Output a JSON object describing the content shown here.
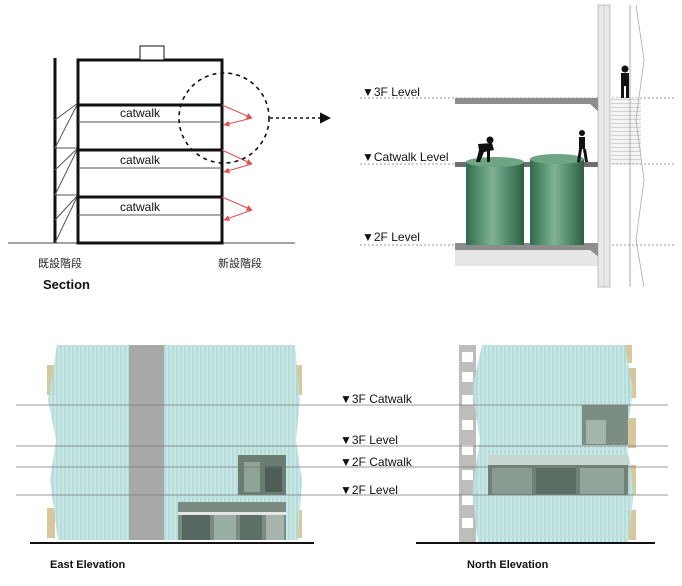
{
  "section": {
    "catwalk_labels": [
      "catwalk",
      "catwalk",
      "catwalk"
    ],
    "existing_stair_label": "既設階段",
    "new_stair_label": "新設階段",
    "caption": "Section"
  },
  "detail": {
    "levels": [
      "▼3F Level",
      "▼Catwalk Level",
      "▼2F Level"
    ]
  },
  "elevation": {
    "levels": [
      "▼3F Catwalk",
      "▼3F Level",
      "▼2F Catwalk",
      "▼2F Level"
    ],
    "east_caption": "East Elevation",
    "north_caption": "North Elevation"
  },
  "colors": {
    "tank_green": "#4f8a68",
    "arrow_red": "#e05050",
    "glass_teal": "#a9d8d6",
    "column_gray": "#a8a8a8",
    "tan_panel": "#d8c79c"
  }
}
